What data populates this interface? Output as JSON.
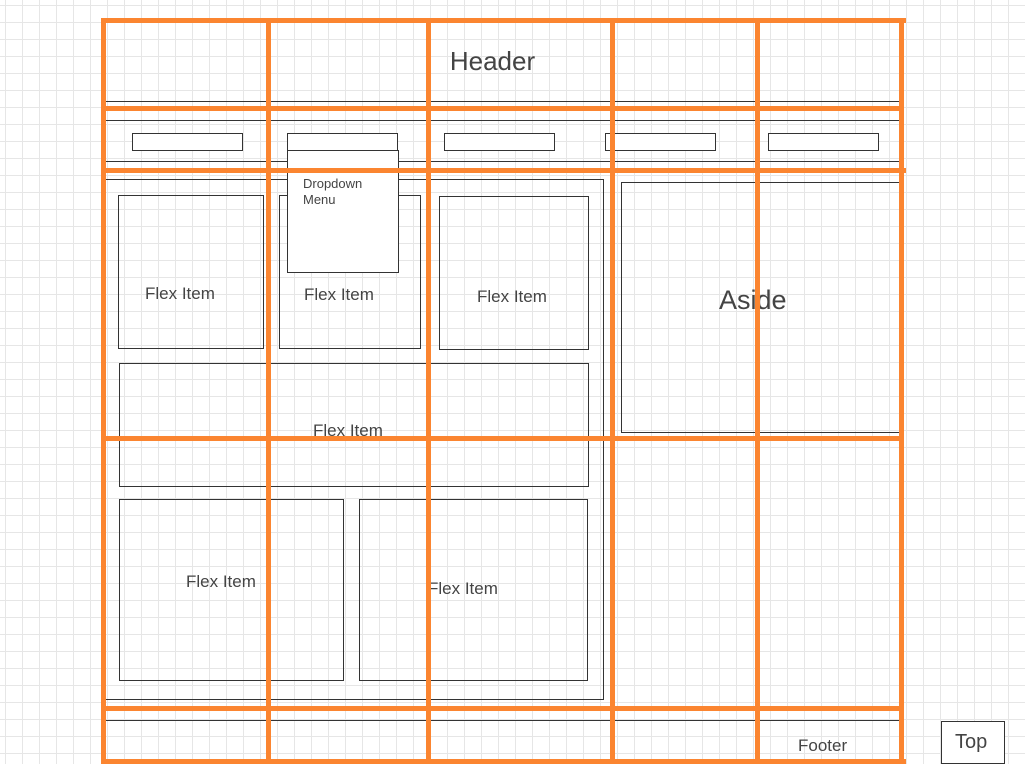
{
  "header": {
    "title": "Header"
  },
  "nav": {
    "items": [
      "",
      "",
      "",
      "",
      ""
    ],
    "dropdown": {
      "label": "Dropdown Menu"
    }
  },
  "main": {
    "flex_items": [
      "Flex Item",
      "Flex Item",
      "Flex Item",
      "Flex Item",
      "Flex Item",
      "Flex Item"
    ]
  },
  "aside": {
    "label": "Aside"
  },
  "footer": {
    "label": "Footer"
  },
  "top_button": {
    "label": "Top"
  },
  "colors": {
    "grid_overlay": "#fb8530",
    "background_grid": "#e6e6e6",
    "outline": "#333333",
    "text": "#444444"
  }
}
